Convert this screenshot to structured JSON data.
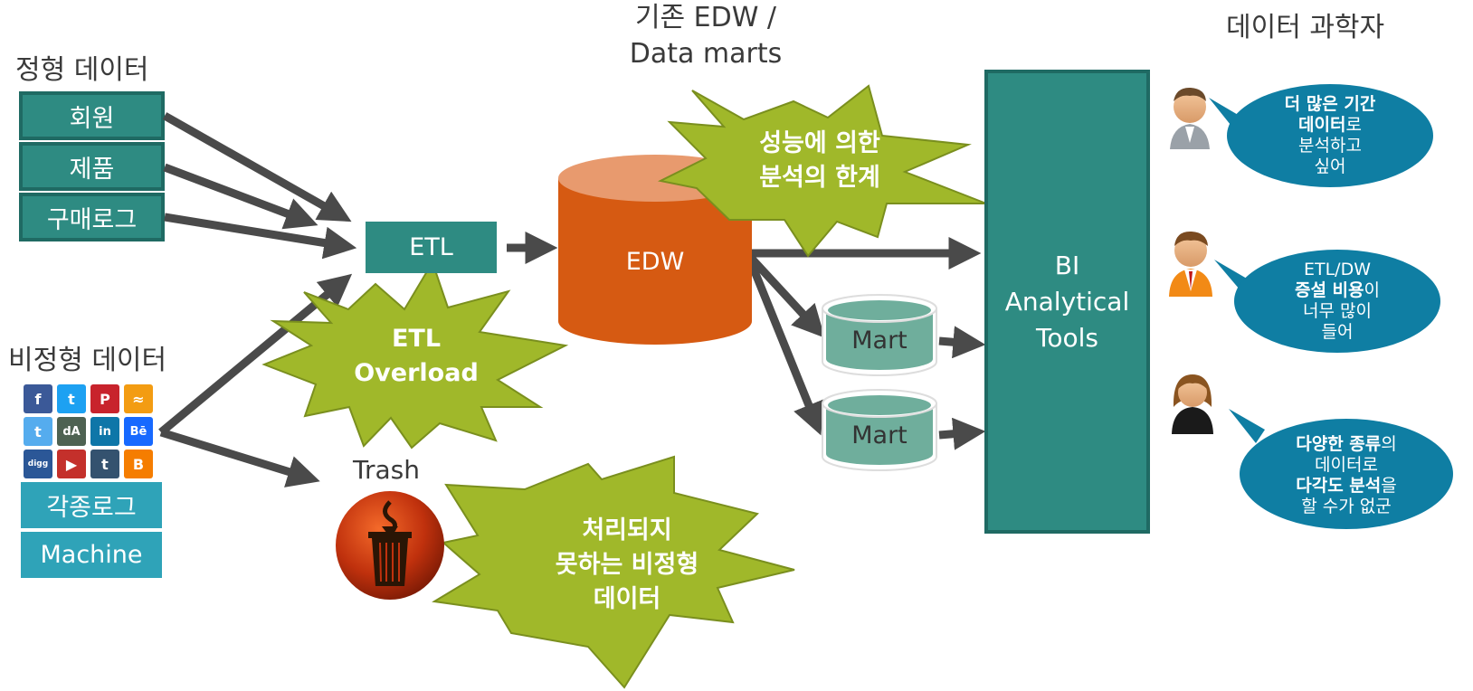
{
  "headers": {
    "structured": "정형 데이터",
    "unstructured": "비정형 데이터",
    "legacy_line1": "기존 EDW /",
    "legacy_line2": "Data marts",
    "scientist": "데이터 과학자"
  },
  "structured_sources": [
    "회원",
    "제품",
    "구매로그"
  ],
  "unstructured_sources": {
    "log_label": "각종로그",
    "machine_label": "Machine",
    "social_icons": [
      {
        "name": "facebook-icon",
        "glyph": "f",
        "color": "#3b5998"
      },
      {
        "name": "twitter-icon",
        "glyph": "t",
        "color": "#1da1f2"
      },
      {
        "name": "pinterest-icon",
        "glyph": "P",
        "color": "#c8232c"
      },
      {
        "name": "rss-icon",
        "glyph": "≈",
        "color": "#f39c12"
      },
      {
        "name": "twitter-alt-icon",
        "glyph": "t",
        "color": "#55acee"
      },
      {
        "name": "deviantart-icon",
        "glyph": "dA",
        "color": "#4e6252"
      },
      {
        "name": "linkedin-icon",
        "glyph": "in",
        "color": "#0e76a8"
      },
      {
        "name": "behance-icon",
        "glyph": "Bē",
        "color": "#1769ff"
      },
      {
        "name": "digg-icon",
        "glyph": "digg",
        "color": "#2b5797"
      },
      {
        "name": "youtube-icon",
        "glyph": "▶",
        "color": "#c4302b"
      },
      {
        "name": "tumblr-icon",
        "glyph": "t",
        "color": "#34526f"
      },
      {
        "name": "blogger-icon",
        "glyph": "B",
        "color": "#f57d00"
      }
    ]
  },
  "etl_label": "ETL",
  "edw_label": "EDW",
  "marts": [
    "Mart",
    "Mart"
  ],
  "trash_label": "Trash",
  "bi_lines": [
    "BI",
    "Analytical",
    "Tools"
  ],
  "callouts": {
    "performance_line1": "성능에 의한",
    "performance_line2": "분석의 한계",
    "etl_line1": "ETL",
    "etl_line2": "Overload",
    "unprocessed_line1": "처리되지",
    "unprocessed_line2": "못하는 비정형",
    "unprocessed_line3": "데이터"
  },
  "bubbles": {
    "b1_bold1": "더 많은 기간",
    "b1_bold2": "데이터",
    "b1_text2": "로",
    "b1_text3": "분석하고",
    "b1_text4": "싶어",
    "b2_text1": "ETL/DW",
    "b2_bold2": "증설 비용",
    "b2_text2": "이",
    "b2_text3": "너무 많이",
    "b2_text4": "들어",
    "b3_bold1": "다양한 종류",
    "b3_text1": "의",
    "b3_text2": "데이터로",
    "b3_bold3": "다각도 분석",
    "b3_text3": "을",
    "b3_text4": "할 수가 없군"
  },
  "colors": {
    "teal": "#2e8b82",
    "light_blue": "#2fa3b8",
    "edw_orange": "#d65a12",
    "star_green": "#a0b82a",
    "bubble_blue": "#0f7ea3",
    "arrow_gray": "#4a4a4a"
  }
}
